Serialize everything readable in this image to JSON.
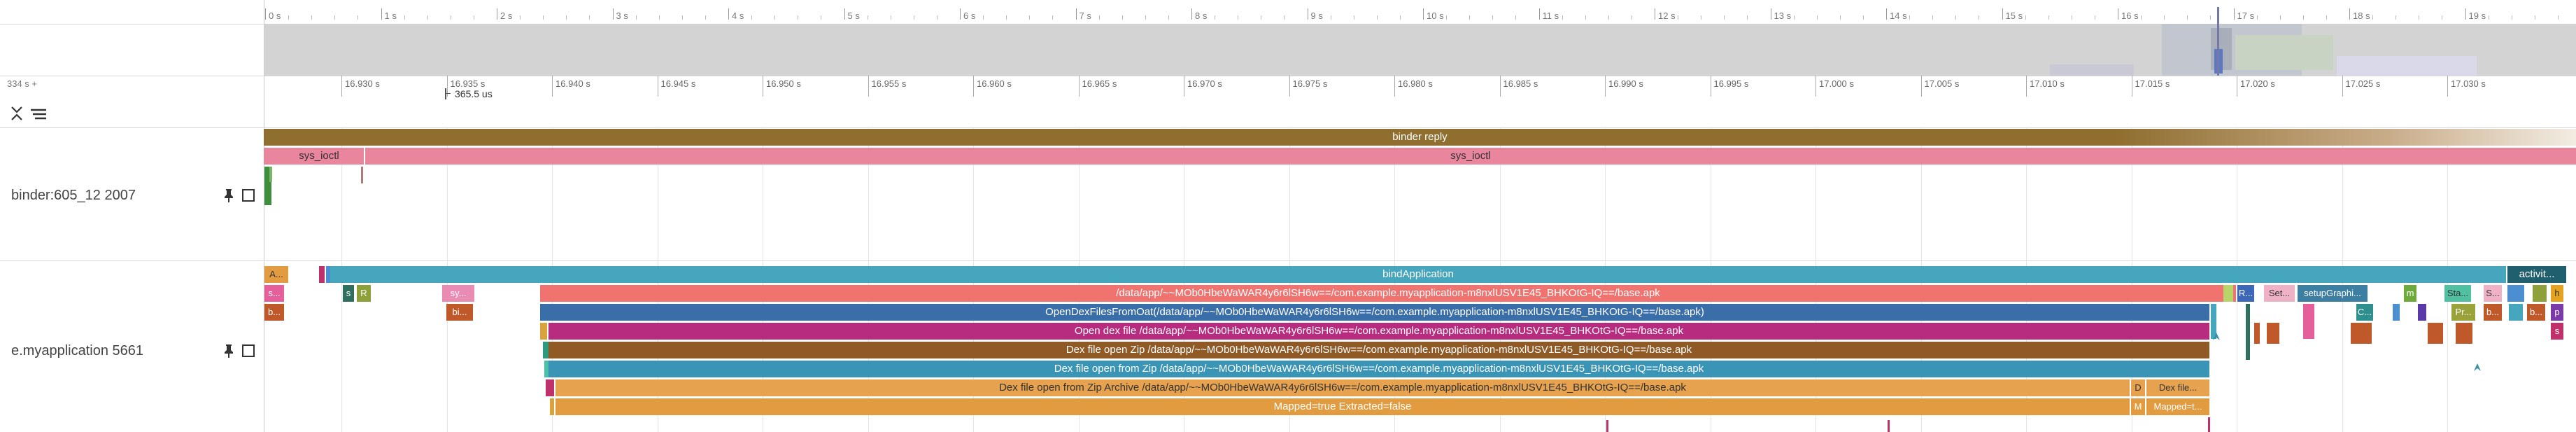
{
  "timeline": {
    "overview_ticks": [
      "0 s",
      "1 s",
      "2 s",
      "3 s",
      "4 s",
      "5 s",
      "6 s",
      "7 s",
      "8 s",
      "9 s",
      "10 s",
      "11 s",
      "12 s",
      "13 s",
      "14 s",
      "15 s",
      "16 s",
      "17 s",
      "18 s",
      "19 s"
    ],
    "offset_label": "334 s +",
    "detail_ticks": [
      "16.930 s",
      "16.935 s",
      "16.940 s",
      "16.945 s",
      "16.950 s",
      "16.955 s",
      "16.960 s",
      "16.965 s",
      "16.970 s",
      "16.975 s",
      "16.980 s",
      "16.985 s",
      "16.990 s",
      "16.995 s",
      "17.000 s",
      "17.005 s",
      "17.010 s",
      "17.015 s",
      "17.020 s",
      "17.025 s",
      "17.030 s"
    ],
    "cursor_label": "365.5 us"
  },
  "tracks": {
    "binder": {
      "label": "binder:605_12 2007",
      "slices": [
        {
          "text": "binder reply",
          "color": "#8f6e2f"
        },
        {
          "text": "sys_ioctl",
          "color": "#e9869d"
        },
        {
          "text": "sys_ioctl",
          "color": "#e9869d"
        }
      ]
    },
    "app": {
      "label": "e.myapplication 5661",
      "slices": {
        "bind": "bindApplication",
        "activity": "activit...",
        "path": "/data/app/~~MOb0HbeWaWAR4y6r6lSH6w==/com.example.myapplication-m8nxlUSV1E45_BHKOtG-IQ==/base.apk",
        "open_dex_files": "OpenDexFilesFromOat(/data/app/~~MOb0HbeWaWAR4y6r6lSH6w==/com.example.myapplication-m8nxlUSV1E45_BHKOtG-IQ==/base.apk)",
        "open_dex_file": "Open dex file /data/app/~~MOb0HbeWaWAR4y6r6lSH6w==/com.example.myapplication-m8nxlUSV1E45_BHKOtG-IQ==/base.apk",
        "open_zip": "Dex file open Zip /data/app/~~MOb0HbeWaWAR4y6r6lSH6w==/com.example.myapplication-m8nxlUSV1E45_BHKOtG-IQ==/base.apk",
        "open_from_zip": "Dex file open from Zip /data/app/~~MOb0HbeWaWAR4y6r6lSH6w==/com.example.myapplication-m8nxlUSV1E45_BHKOtG-IQ==/base.apk",
        "open_from_archive": "Dex file open from Zip Archive /data/app/~~MOb0HbeWaWAR4y6r6lSH6w==/com.example.myapplication-m8nxlUSV1E45_BHKOtG-IQ==/base.apk",
        "mapped": "Mapped=true Extracted=false",
        "d_short": "D",
        "dex_file_short": "Dex file...",
        "m_short": "M",
        "mapped_short": "Mapped=t...",
        "left_a": "A...",
        "left_s": "s...",
        "left_b": "b...",
        "s_r_s": "s",
        "s_r_r": "R",
        "sy": "sy...",
        "bi": "bi...",
        "r_short": "R...",
        "set_short": "Set...",
        "setup_graphics": "setupGraphi...",
        "m": "m",
        "sta": "Sta...",
        "s_short": "S...",
        "h": "h",
        "c": "C...",
        "pr": "Pr...",
        "b_short": "b...",
        "p": "p",
        "s_single": "s"
      }
    }
  }
}
